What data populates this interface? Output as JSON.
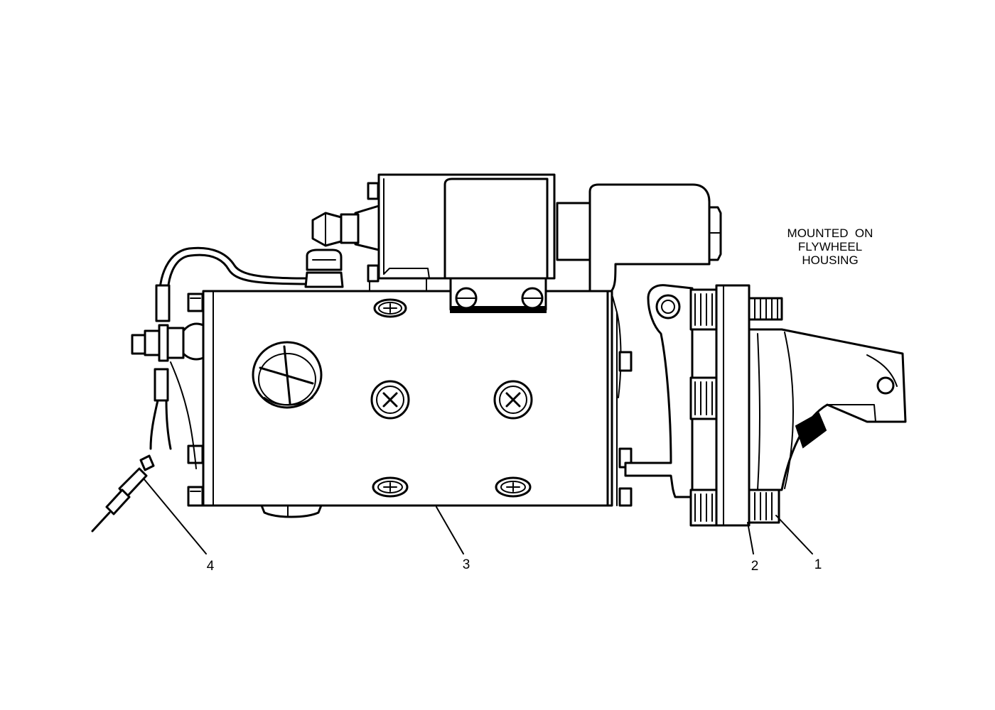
{
  "note": {
    "lines": [
      "MOUNTED  ON",
      "FLYWHEEL",
      "HOUSING"
    ]
  },
  "callouts": [
    {
      "label": "1"
    },
    {
      "label": "2"
    },
    {
      "label": "3"
    },
    {
      "label": "4"
    }
  ]
}
